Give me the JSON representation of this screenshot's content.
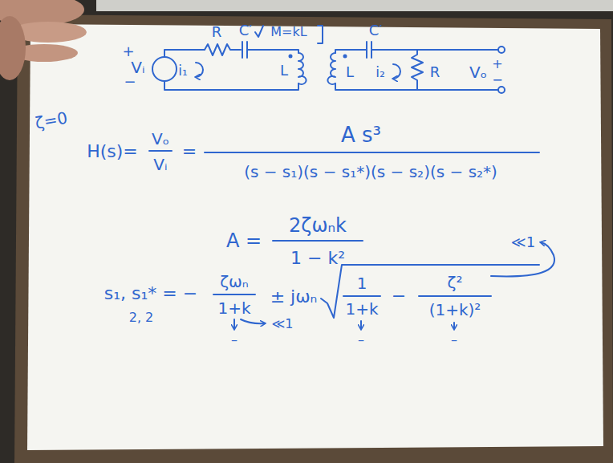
{
  "diagram": {
    "labels": [
      "+",
      "Vᵢ",
      "−",
      "R",
      "C′",
      "M=kL",
      "i₁",
      "L",
      "L",
      "i₂",
      "C′",
      "R",
      "+",
      "Vₒ",
      "−",
      "ζ=0",
      "H(s)=",
      "Vₒ",
      "Vᵢ",
      "=",
      "A s³",
      "(s − s₁)(s − s₁*)(s − s₂)(s − s₂*)",
      "A =",
      "2ζωₙk",
      "1 − k²",
      "s₁, s₁* = −",
      "ζωₙ",
      "1+k",
      "± jωₙ",
      "1",
      "1+k",
      "−",
      "ζ²",
      "(1+k)²",
      "≪1",
      "2, 2",
      "≪1",
      "–",
      "–",
      "–"
    ]
  }
}
